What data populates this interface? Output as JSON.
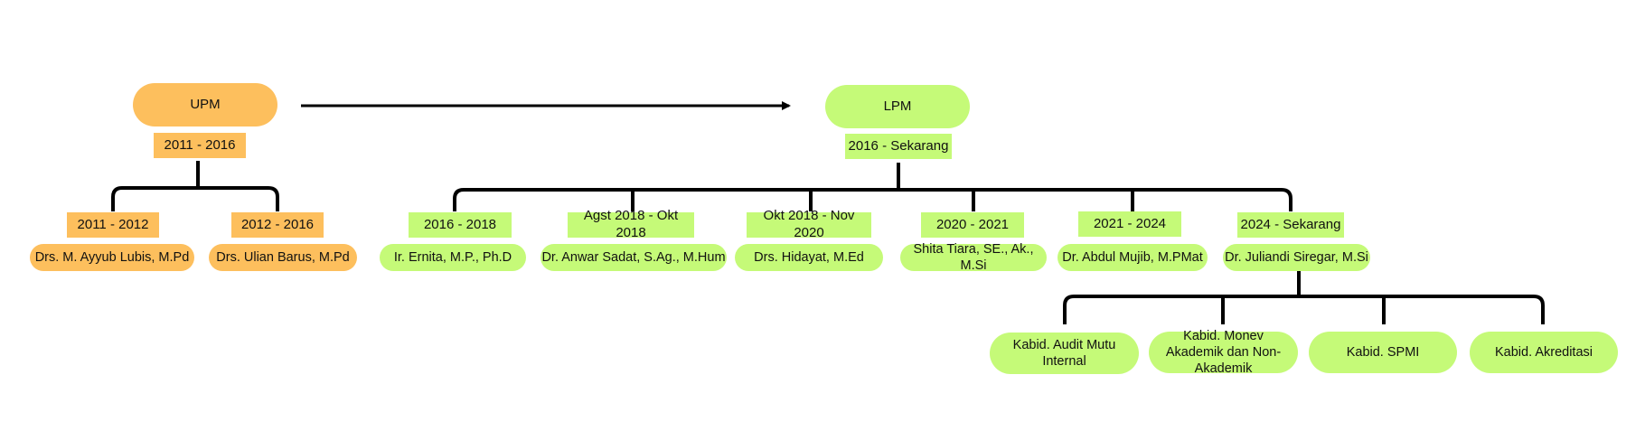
{
  "colors": {
    "upm": "#fdbf5d",
    "lpm": "#c5fa78",
    "lines": "#000000"
  },
  "upm": {
    "title": "UPM",
    "period": "2011 - 2016",
    "leaders": [
      {
        "period": "2011 - 2012",
        "name": "Drs. M. Ayyub Lubis, M.Pd"
      },
      {
        "period": "2012 - 2016",
        "name": "Drs. Ulian Barus, M.Pd"
      }
    ]
  },
  "lpm": {
    "title": "LPM",
    "period": "2016 - Sekarang",
    "leaders": [
      {
        "period": "2016 - 2018",
        "name": "Ir. Ernita, M.P., Ph.D"
      },
      {
        "period": "Agst 2018 - Okt 2018",
        "name": "Dr. Anwar Sadat, S.Ag., M.Hum"
      },
      {
        "period": "Okt 2018 - Nov 2020",
        "name": "Drs. Hidayat, M.Ed"
      },
      {
        "period": "2020 - 2021",
        "name": "Shita Tiara, SE., Ak., M.Si"
      },
      {
        "period": "2021 - 2024",
        "name": "Dr. Abdul Mujib, M.PMat"
      },
      {
        "period": "2024 - Sekarang",
        "name": "Dr. Juliandi Siregar, M.Si"
      }
    ],
    "divisions": [
      "Kabid. Audit Mutu Internal",
      "Kabid. Monev Akademik dan Non-Akademik",
      "Kabid. SPMI",
      "Kabid. Akreditasi"
    ]
  }
}
